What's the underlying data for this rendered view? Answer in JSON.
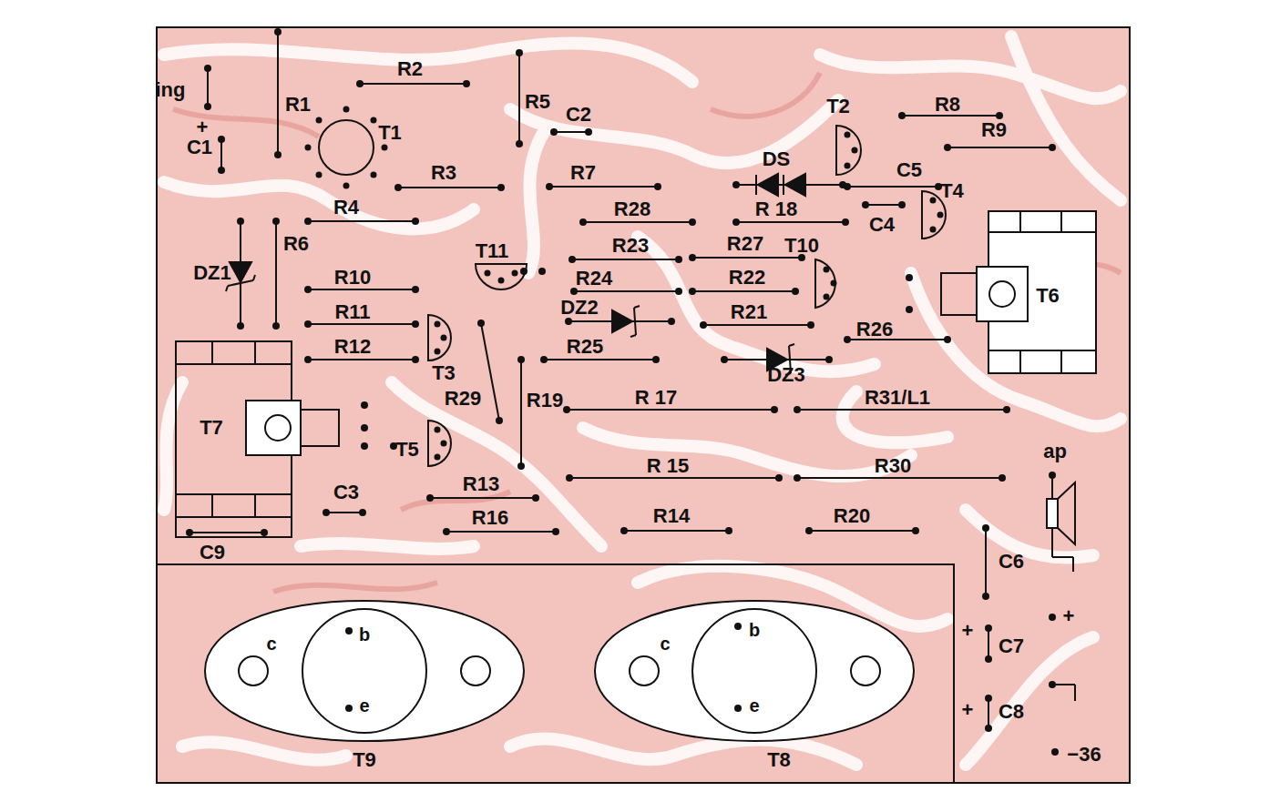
{
  "diagram": {
    "nodes": [
      {
        "text": [
          "T6"
        ]
      },
      {
        "text": [
          "T7"
        ]
      },
      {
        "text": [
          "c",
          "b",
          "e",
          "T9"
        ]
      },
      {
        "text": [
          "c",
          "b",
          "e",
          "T8"
        ]
      }
    ],
    "labels": [
      "ing",
      "+",
      "C1",
      "R1",
      "R2",
      "R5",
      "C2",
      "T1",
      "R3",
      "R7",
      "R4",
      "DZ1",
      "R6",
      "R28",
      "T11",
      "R23",
      "R24",
      "R10",
      "R11",
      "R12",
      "T3",
      "DZ2",
      "R25",
      "R29",
      "R19",
      "T5",
      "R13",
      "C3",
      "R16",
      "C9",
      "R 17",
      "R 15",
      "R14",
      "T2",
      "R8",
      "R9",
      "DS",
      "C5",
      "C4",
      "T4",
      "R 18",
      "R27",
      "T10",
      "R22",
      "R21",
      "R26",
      "DZ3",
      "R31/L1",
      "R30",
      "R20",
      "ap",
      "C6",
      "+",
      "+",
      "C7",
      "+",
      "C8",
      "−36"
    ]
  }
}
